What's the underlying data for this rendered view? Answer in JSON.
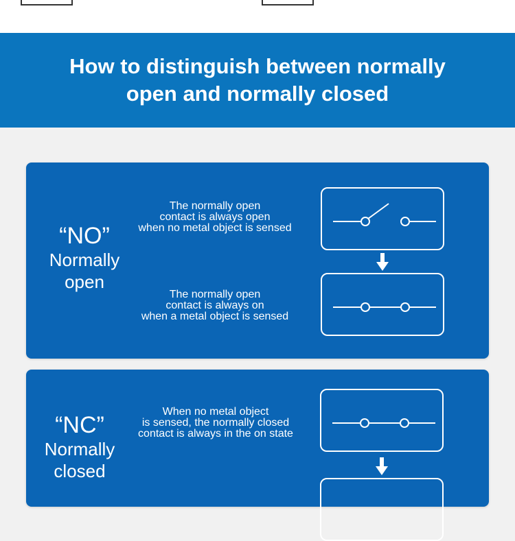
{
  "banner": {
    "title": "How to distinguish between normally open and normally closed"
  },
  "normally_open": {
    "code": "“NO”",
    "line1": "Normally",
    "line2": "open",
    "desc_before": "The normally open\ncontact is always open\nwhen no metal object is sensed",
    "desc_after": "The normally open\ncontact is always on\nwhen a metal object is sensed",
    "icons": [
      "open-switch-icon",
      "down-arrow-icon",
      "closed-switch-icon"
    ]
  },
  "normally_closed": {
    "code": "“NC”",
    "line1": "Normally",
    "line2": "closed",
    "desc_before": "When no metal object\nis sensed, the normally closed\ncontact is always in the on state",
    "icons": [
      "closed-switch-icon",
      "down-arrow-icon"
    ]
  },
  "colors": {
    "banner": "#0b75be",
    "card": "#0b65b5",
    "background": "#f1f1f1",
    "foreground": "#ffffff"
  }
}
